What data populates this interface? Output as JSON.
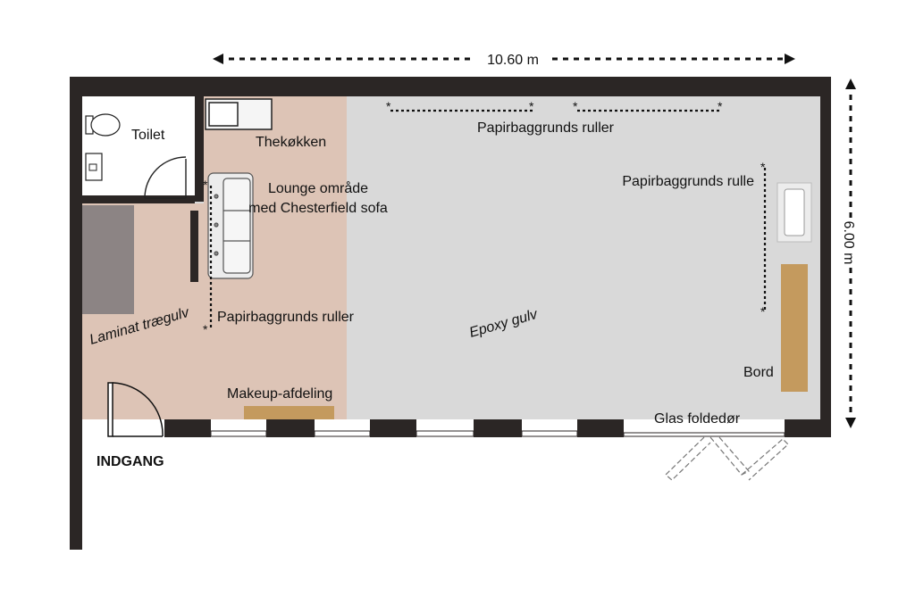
{
  "dimensions": {
    "width_label": "10.60 m",
    "height_label": "6.00 m"
  },
  "labels": {
    "toilet": "Toilet",
    "kitchenette": "Thekøkken",
    "lounge_line1": "Lounge område",
    "lounge_line2": "med Chesterfield sofa",
    "paper_rolls_top": "Papirbaggrunds ruller",
    "paper_roll_right": "Papirbaggrunds rulle",
    "paper_rolls_left": "Papirbaggrunds ruller",
    "laminate_floor": "Laminat trægulv",
    "epoxy_floor": "Epoxy gulv",
    "makeup": "Makeup-afdeling",
    "table": "Bord",
    "glass_door": "Glas foldedør",
    "entrance": "INDGANG"
  },
  "colors": {
    "wall": "#2b2625",
    "laminate": "#ddc4b6",
    "epoxy": "#d9d9d9",
    "wood": "#c49a5e",
    "partition": "#8c8484",
    "white_floor": "#ffffff"
  }
}
